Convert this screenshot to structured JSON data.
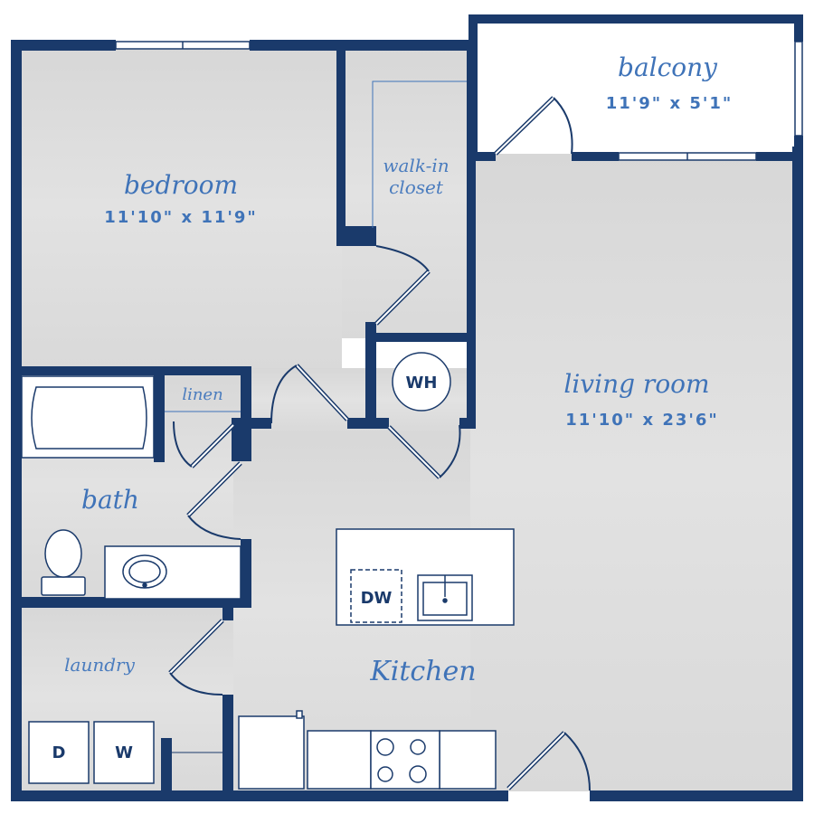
{
  "colors": {
    "wall": "#1a3a6b",
    "floor": "#dcdcdc",
    "label": "#3f73b8",
    "fixture": "#ffffff"
  },
  "rooms": {
    "balcony": {
      "name": "balcony",
      "dims": "11'9\" x 5'1\""
    },
    "bedroom": {
      "name": "bedroom",
      "dims": "11'10\" x 11'9\""
    },
    "walk_in": {
      "line1": "walk-in",
      "line2": "closet"
    },
    "living": {
      "name": "living room",
      "dims": "11'10\" x 23'6\""
    },
    "linen": {
      "name": "linen"
    },
    "bath": {
      "name": "bath"
    },
    "laundry": {
      "name": "laundry"
    },
    "kitchen": {
      "name": "Kitchen"
    }
  },
  "appliances": {
    "water_heater": "WH",
    "dishwasher": "DW",
    "dryer": "D",
    "washer": "W"
  }
}
